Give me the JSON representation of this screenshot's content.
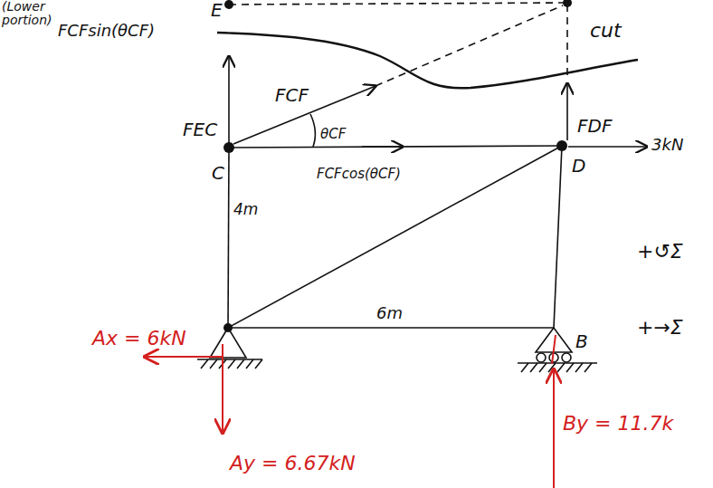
{
  "diagram": {
    "labels": [
      "E",
      "(Lower portion)",
      "FCFsin(θCF)",
      "cut",
      "FCF",
      "θCF",
      "FEC",
      "FDF",
      "3kN",
      "C",
      "D",
      "FCFcos(θCF)",
      "4m",
      "6m",
      "+↺Σ",
      "+→Σ",
      "Ax = 6kN",
      "B",
      "Ay = 6.67kN",
      "By = 11.7k"
    ]
  }
}
